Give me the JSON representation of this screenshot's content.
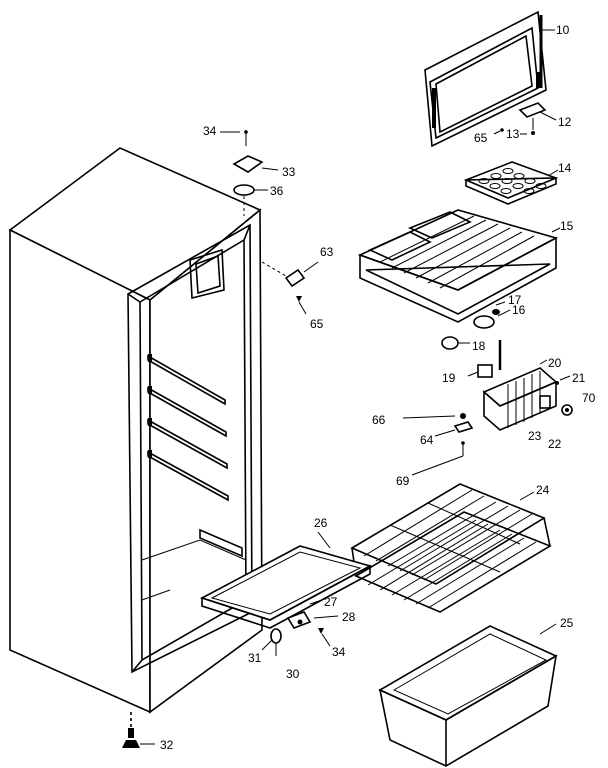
{
  "labels": {
    "l10": "10",
    "l12": "12",
    "l13": "13",
    "l65a": "65",
    "l14": "14",
    "l15": "15",
    "l34a": "34",
    "l33": "33",
    "l36": "36",
    "l63": "63",
    "l65b": "65",
    "l17": "17",
    "l16": "16",
    "l18": "18",
    "l19": "19",
    "l20": "20",
    "l21": "21",
    "l70": "70",
    "l66": "66",
    "l64": "64",
    "l23": "23",
    "l22": "22",
    "l69": "69",
    "l24": "24",
    "l26": "26",
    "l27": "27",
    "l28": "28",
    "l34b": "34",
    "l31": "31",
    "l30": "30",
    "l25": "25",
    "l32": "32"
  },
  "colors": {
    "ink": "#000000",
    "paper": "#ffffff"
  }
}
